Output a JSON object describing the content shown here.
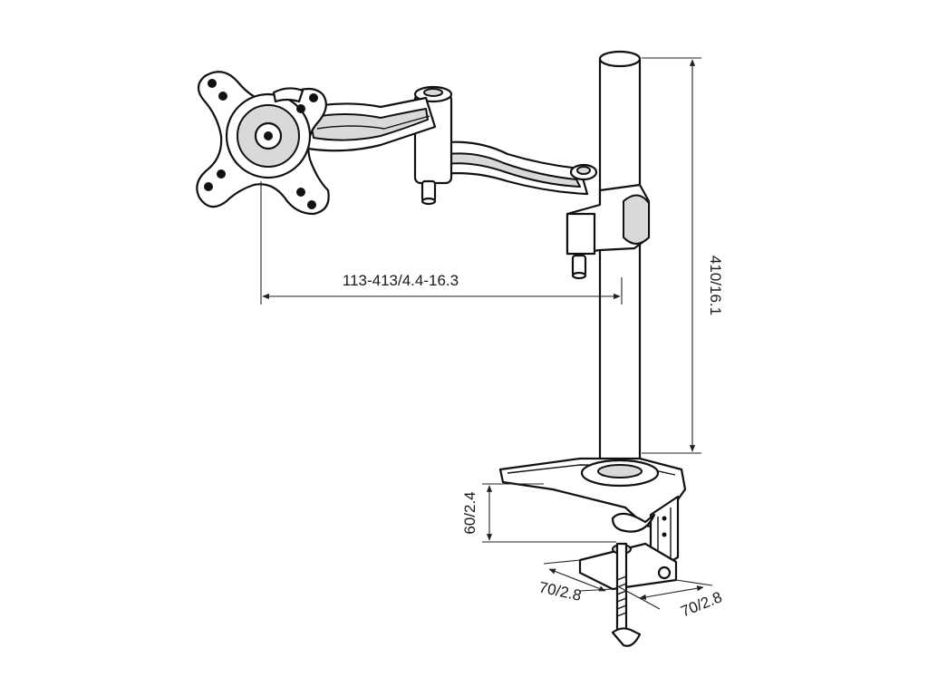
{
  "dimensions": {
    "arm_reach": "113-413/4.4-16.3",
    "pole_height": "410/16.1",
    "desk_thickness": "60/2.4",
    "clamp_depth": "70/2.8",
    "clamp_width": "70/2.8"
  },
  "colors": {
    "line": "#111111",
    "background": "#ffffff",
    "shade": "#d9d9d9"
  }
}
